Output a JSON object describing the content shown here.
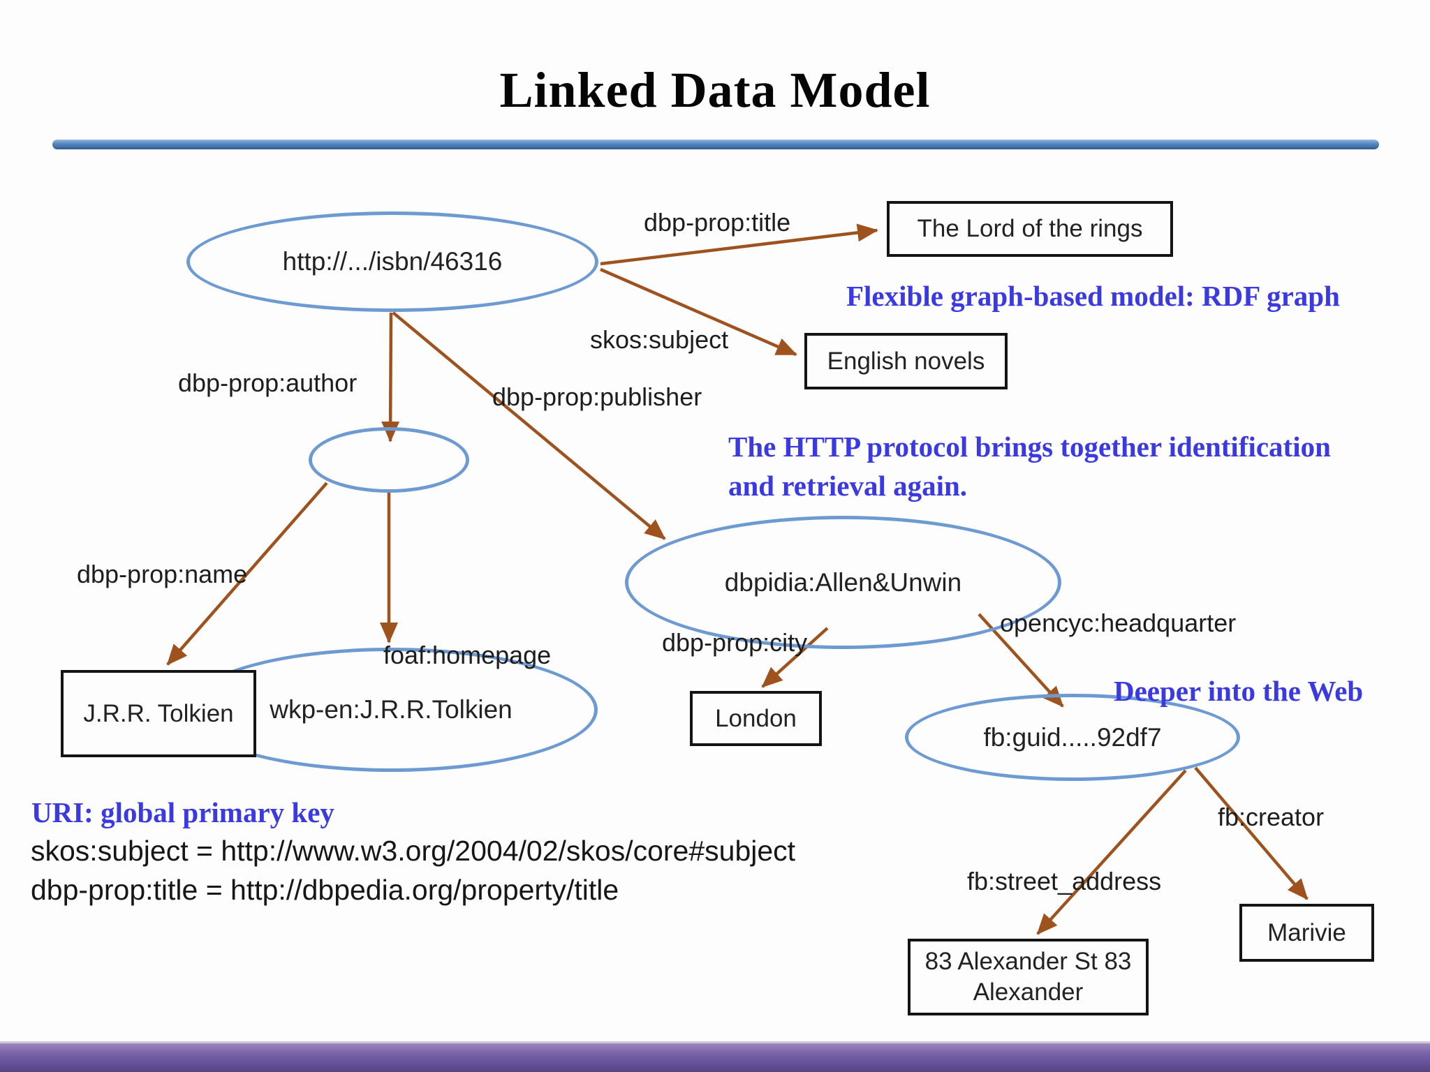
{
  "slide": {
    "title": "Linked Data Model"
  },
  "nodes": {
    "isbn": "http://.../isbn/46316",
    "wkp": "wkp-en:J.R.R.Tolkien",
    "allen": "dbpidia:Allen&Unwin",
    "fbguid": "fb:guid.....92df7"
  },
  "literals": {
    "lord": "The Lord of the rings",
    "english": "English novels",
    "jrr": "J.R.R. Tolkien",
    "london": "London",
    "alexander": "83 Alexander St 83 Alexander",
    "marivie": "Marivie"
  },
  "edge_labels": {
    "title": "dbp-prop:title",
    "subject": "skos:subject",
    "author": "dbp-prop:author",
    "publisher": "dbp-prop:publisher",
    "name": "dbp-prop:name",
    "homepage": "foaf:homepage",
    "city": "dbp-prop:city",
    "headquarter": "opencyc:headquarter",
    "street": "fb:street_address",
    "creator": "fb:creator"
  },
  "annotations": {
    "flexible": "Flexible graph-based model: RDF graph",
    "http_lines": [
      "The HTTP protocol brings together identification",
      "and retrieval again."
    ],
    "deeper": "Deeper into the Web",
    "uri_heading": "URI: global primary key",
    "uri_line1": "skos:subject = http://www.w3.org/2004/02/skos/core#subject",
    "uri_line2": "dbp-prop:title = http://dbpedia.org/property/title"
  },
  "colors": {
    "node_stroke": "#6d9ad0",
    "edge_brown": "#9e531e",
    "annotation_blue": "#3a3ae0",
    "rule_blue": "#4f81bd",
    "footer_purple": "#64509b"
  }
}
